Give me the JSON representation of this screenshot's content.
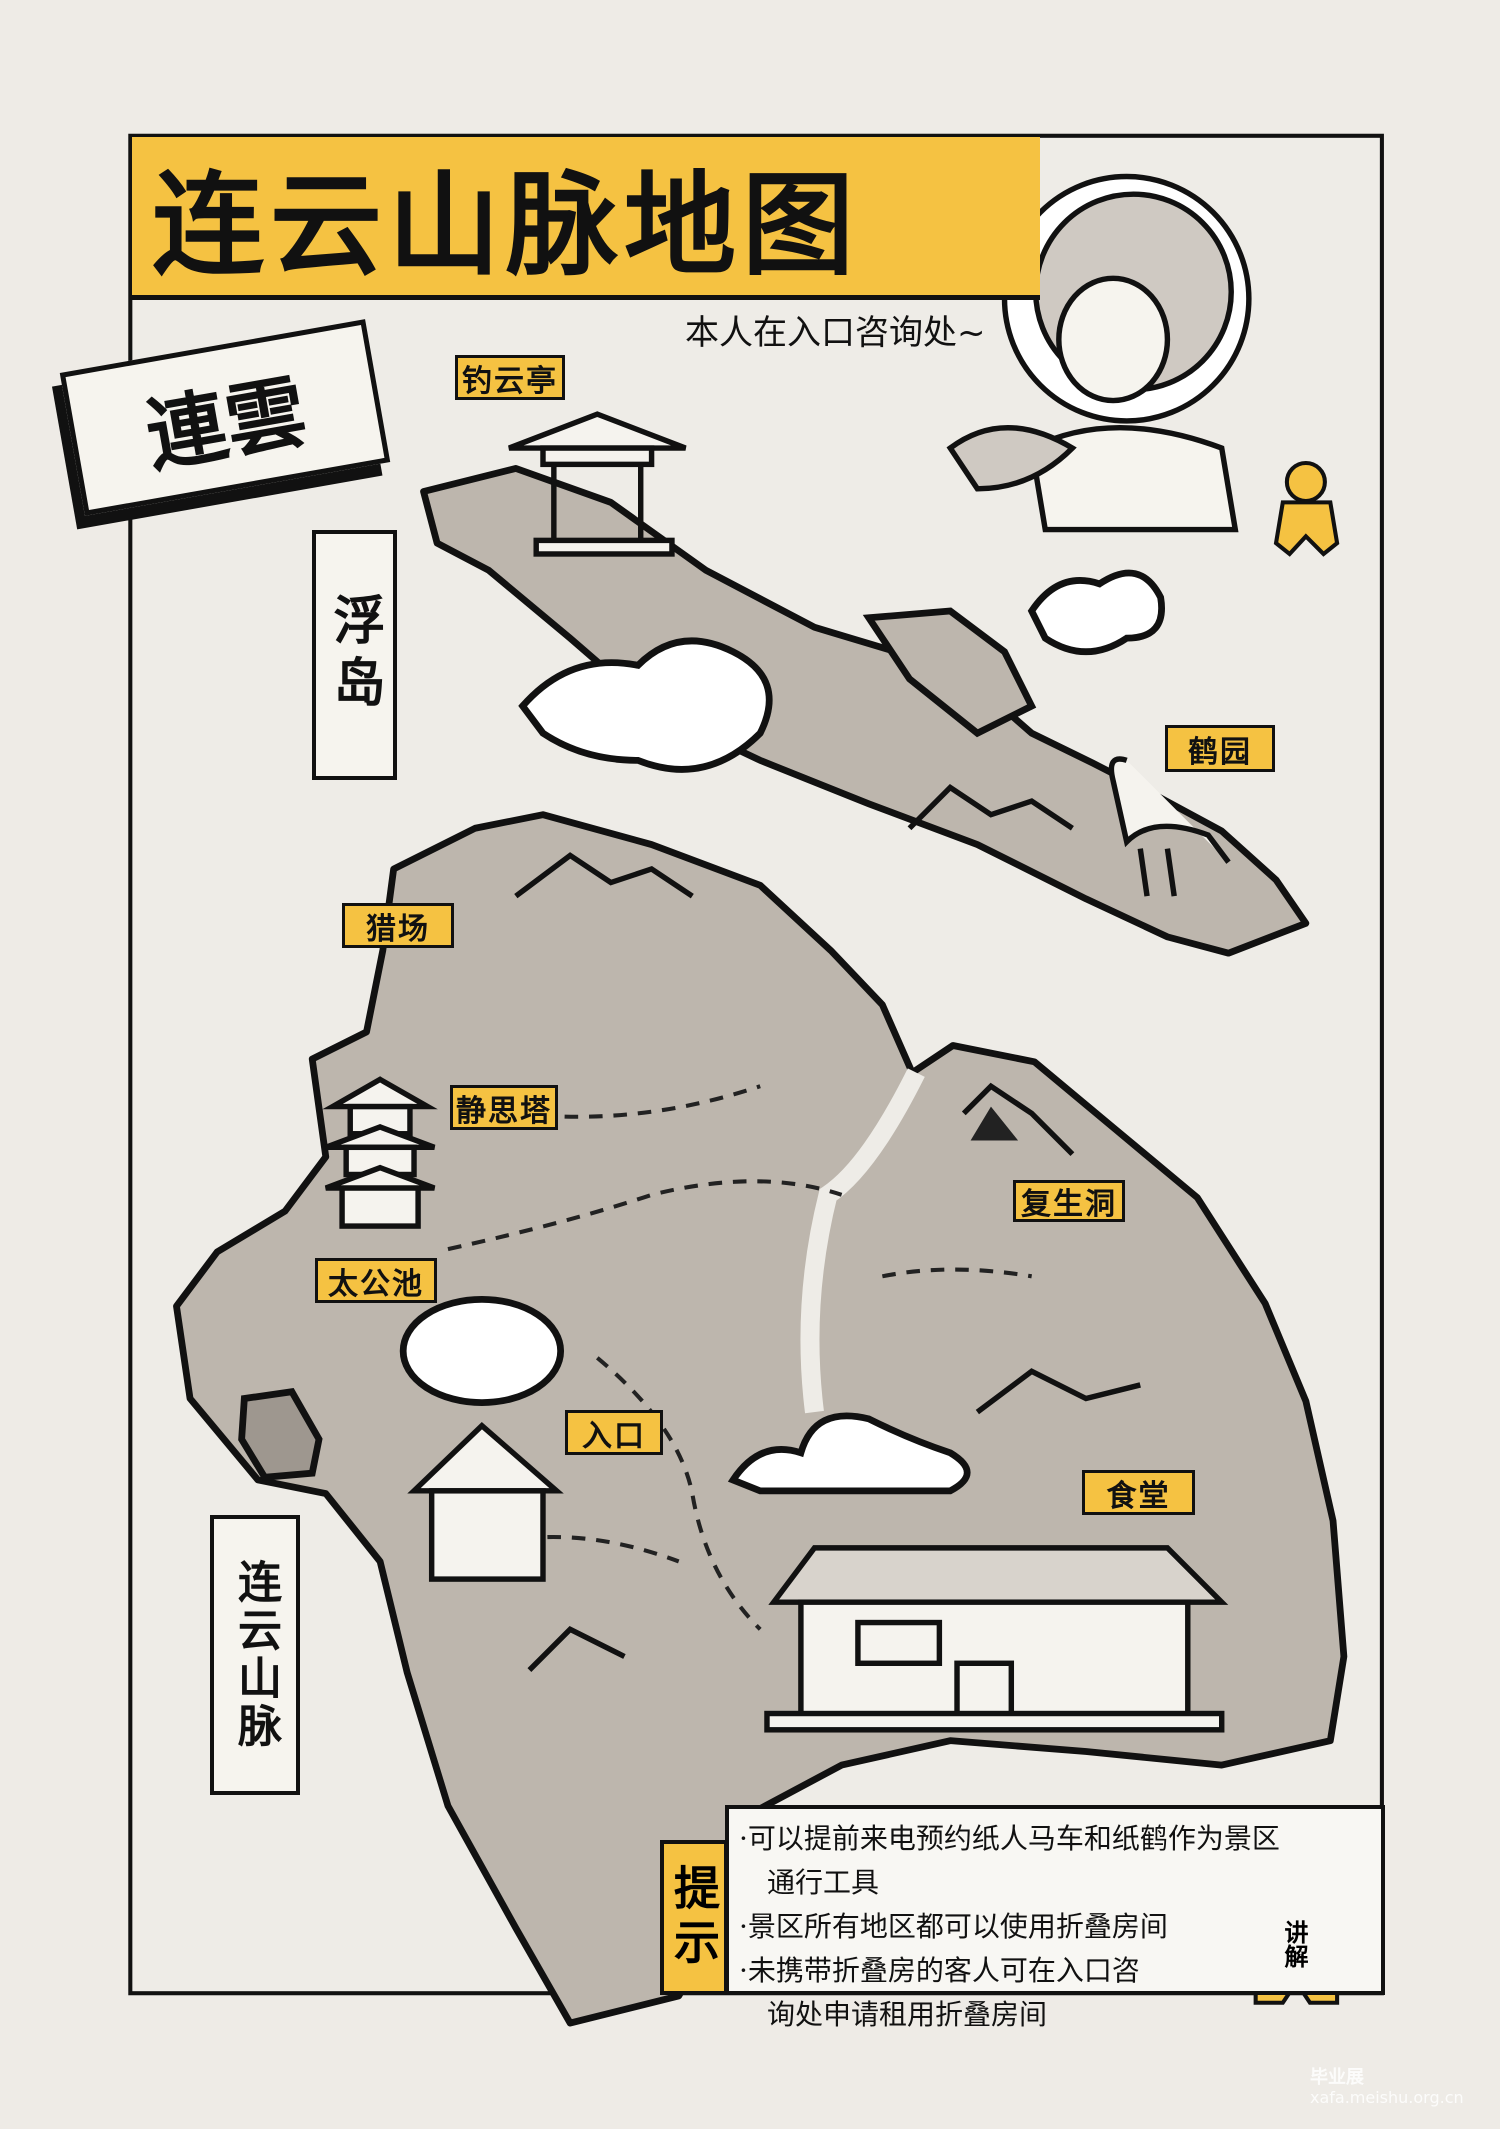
{
  "title": "连云山脉地图",
  "character_note": "本人在入口咨询处~",
  "badge": "連雲",
  "side_signs": {
    "floating_island": "浮岛",
    "mountain_range": "连云山脉"
  },
  "locations": [
    {
      "id": "fishing-pavilion",
      "label": "钓云亭"
    },
    {
      "id": "crane-garden",
      "label": "鹤园"
    },
    {
      "id": "hunting-ground",
      "label": "猎场"
    },
    {
      "id": "meditation-tower",
      "label": "静思塔"
    },
    {
      "id": "rebirth-cave",
      "label": "复生洞"
    },
    {
      "id": "taigong-pond",
      "label": "太公池"
    },
    {
      "id": "entrance",
      "label": "入口"
    },
    {
      "id": "canteen",
      "label": "食堂"
    }
  ],
  "tips": {
    "heading": "提示",
    "items": [
      {
        "line1": "·可以提前来电预约纸人马车和纸鹤作为景区",
        "line2": "通行工具"
      },
      {
        "line1": "·景区所有地区都可以使用折叠房间",
        "line2": ""
      },
      {
        "line1": "·未携带折叠房的客人可在入口咨",
        "line2": "询处申请租用折叠房间"
      }
    ],
    "guide_label": "讲解"
  },
  "watermark": {
    "line1": "毕业展",
    "line2": "xafa.meishu.org.cn"
  },
  "colors": {
    "accent": "#f5c242",
    "land": "#bdb6ad",
    "paper": "#eeebe6",
    "ink": "#111111"
  }
}
